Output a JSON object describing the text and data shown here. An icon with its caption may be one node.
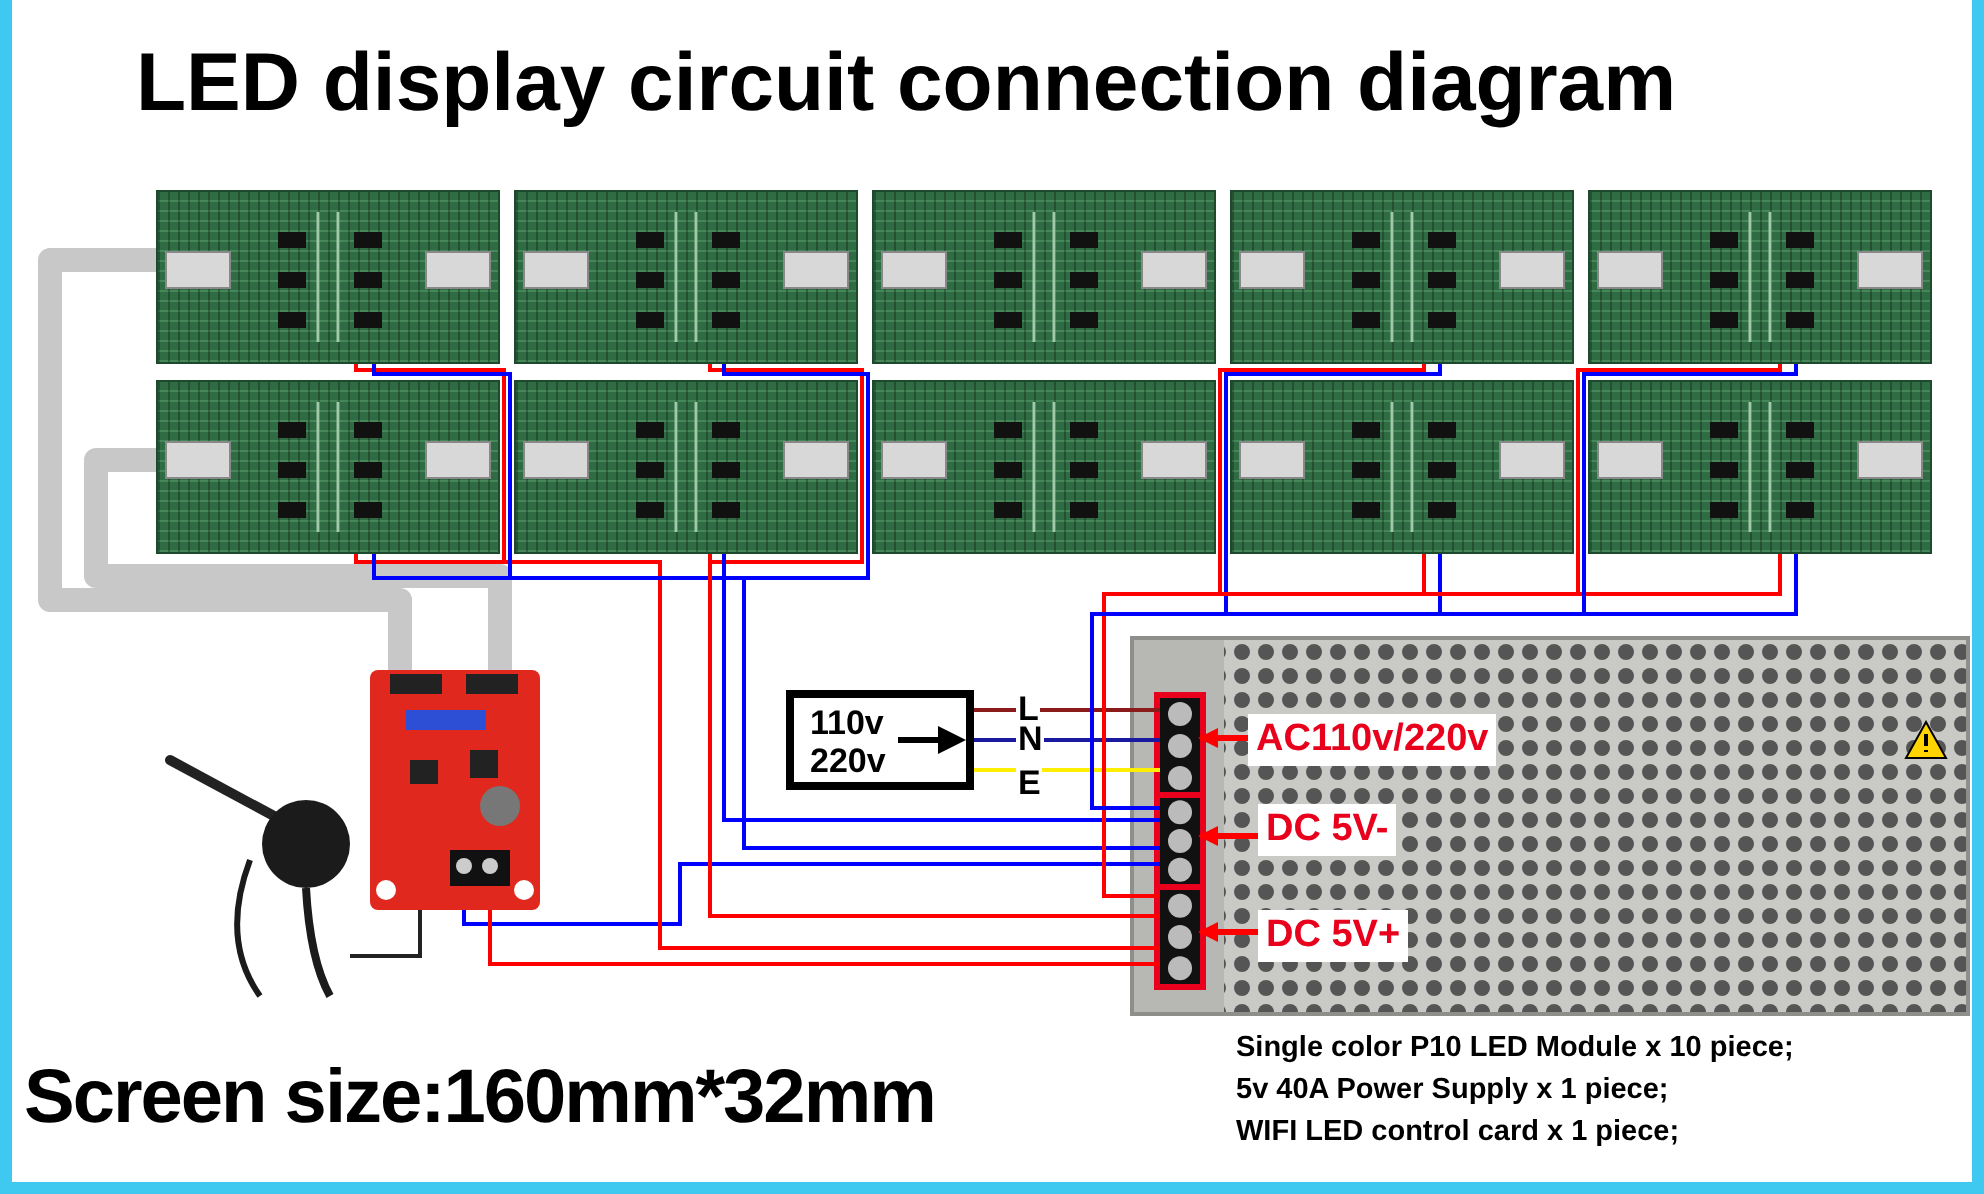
{
  "diagram": {
    "title": "LED display circuit connection diagram",
    "nodes": [
      {
        "text": [],
        "shape": "picture"
      },
      {
        "text": [],
        "shape": "picture"
      },
      {
        "text": [],
        "shape": "picture"
      },
      {
        "text": [],
        "shape": "picture"
      },
      {
        "text": [],
        "shape": "picture"
      },
      {
        "text": [],
        "shape": "picture"
      },
      {
        "text": [],
        "shape": "picture"
      },
      {
        "text": [],
        "shape": "picture"
      },
      {
        "text": [],
        "shape": "picture"
      },
      {
        "text": [],
        "shape": "picture"
      },
      {
        "text": [],
        "shape": "picture"
      },
      {
        "text": [],
        "shape": "picture"
      },
      {
        "text": [],
        "shape": "picture"
      },
      {
        "text": [],
        "shape": "box",
        "in": 12
      },
      {
        "text": [],
        "shape": "box",
        "in": 12
      },
      {
        "text": [],
        "shape": "box",
        "in": 12
      },
      {
        "text": [
          "110v 220v"
        ]
      },
      {
        "text": [
          "AC110v/220v"
        ],
        "in": 12
      },
      {
        "text": [
          "DC 5V-"
        ],
        "in": 12
      },
      {
        "text": [
          "DC 5V+"
        ],
        "in": 12
      }
    ],
    "edges": [
      {
        "from": 16,
        "to": 13,
        "arrow": "none",
        "label": "L",
        "color": "#8b1a1a"
      },
      {
        "from": 16,
        "to": 13,
        "arrow": "none",
        "label": "N",
        "color": "#1a1aa0"
      },
      {
        "from": 16,
        "to": 13,
        "arrow": "none",
        "label": "E",
        "color": "#ffee00"
      },
      {
        "from": 17,
        "to": 13,
        "arrow": "to",
        "color": "#ff0000"
      },
      {
        "from": 18,
        "to": 14,
        "arrow": "to",
        "color": "#ff0000"
      },
      {
        "from": 19,
        "to": 15,
        "arrow": "to",
        "color": "#ff0000"
      },
      {
        "from": 11,
        "to": 10,
        "arrow": "none",
        "color": "#222222"
      },
      {
        "from": 10,
        "to": 0,
        "arrow": "none",
        "style": "thick",
        "color": "#c8c8c8"
      },
      {
        "from": 10,
        "to": 5,
        "arrow": "none",
        "style": "thick",
        "color": "#c8c8c8"
      },
      {
        "from": 14,
        "to": 10,
        "arrow": "none",
        "color": "#0000ff"
      },
      {
        "from": 15,
        "to": 10,
        "arrow": "none",
        "color": "#ff0000"
      },
      {
        "from": 15,
        "to": 0,
        "arrow": "none",
        "color": "#ff0000"
      },
      {
        "from": 15,
        "to": 5,
        "arrow": "none",
        "color": "#ff0000"
      },
      {
        "from": 14,
        "to": 0,
        "arrow": "none",
        "color": "#0000ff"
      },
      {
        "from": 14,
        "to": 5,
        "arrow": "none",
        "color": "#0000ff"
      },
      {
        "from": 15,
        "to": 1,
        "arrow": "none",
        "color": "#ff0000"
      },
      {
        "from": 15,
        "to": 6,
        "arrow": "none",
        "color": "#ff0000"
      },
      {
        "from": 14,
        "to": 1,
        "arrow": "none",
        "color": "#0000ff"
      },
      {
        "from": 14,
        "to": 6,
        "arrow": "none",
        "color": "#0000ff"
      },
      {
        "from": 15,
        "to": 3,
        "arrow": "none",
        "color": "#ff0000"
      },
      {
        "from": 15,
        "to": 8,
        "arrow": "none",
        "color": "#ff0000"
      },
      {
        "from": 14,
        "to": 3,
        "arrow": "none",
        "color": "#0000ff"
      },
      {
        "from": 14,
        "to": 8,
        "arrow": "none",
        "color": "#0000ff"
      },
      {
        "from": 15,
        "to": 4,
        "arrow": "none",
        "color": "#ff0000"
      },
      {
        "from": 15,
        "to": 9,
        "arrow": "none",
        "color": "#ff0000"
      },
      {
        "from": 14,
        "to": 4,
        "arrow": "none",
        "color": "#0000ff"
      },
      {
        "from": 14,
        "to": 9,
        "arrow": "none",
        "color": "#0000ff"
      }
    ],
    "labels": [
      "Screen size:160mm*32mm",
      "Single color P10 LED Module x 10 piece;",
      "5v 40A Power Supply x 1 piece;",
      "WIFI LED control card x 1 piece;"
    ]
  }
}
